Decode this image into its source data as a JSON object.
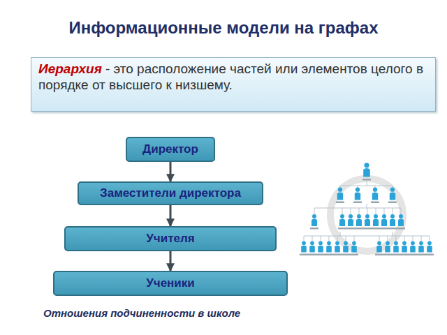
{
  "diagram": {
    "title": "Информационные модели на графах",
    "caption": "Отношения подчиненности в школе",
    "nodes": [
      {
        "text": [
          "Иерархия",
          "- это расположение частей или элементов целого в порядке от высшего к низшему."
        ]
      },
      {
        "text": [
          "Директор"
        ]
      },
      {
        "text": [
          "Заместители директора"
        ]
      },
      {
        "text": [
          "Учителя"
        ]
      },
      {
        "text": [
          "Ученики"
        ]
      }
    ],
    "edges": [
      {
        "from": 1,
        "to": 2,
        "arrow": "to"
      },
      {
        "from": 2,
        "to": 3,
        "arrow": "to"
      },
      {
        "from": 3,
        "to": 4,
        "arrow": "to"
      }
    ]
  }
}
